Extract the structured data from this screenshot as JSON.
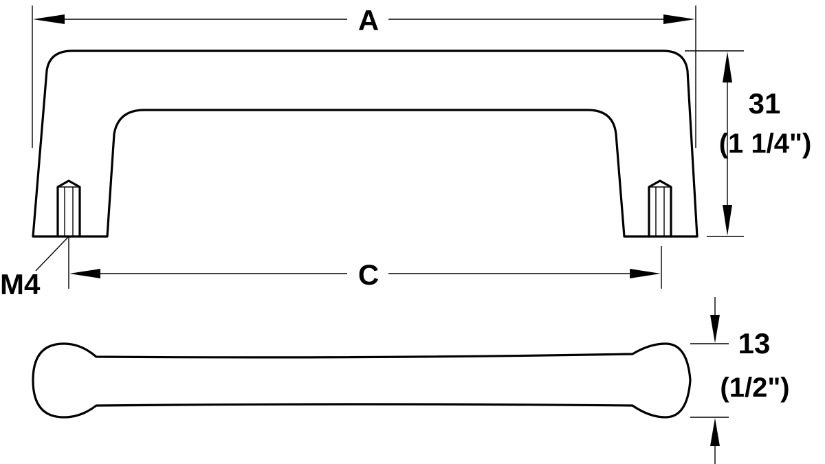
{
  "dimensions": {
    "a_label": "A",
    "c_label": "C",
    "height_mm": "31",
    "height_in": "(1 1/4\")",
    "depth_mm": "13",
    "depth_in": "(1/2\")",
    "thread_label": "M4"
  },
  "colors": {
    "line": "#000000",
    "background": "#ffffff"
  }
}
